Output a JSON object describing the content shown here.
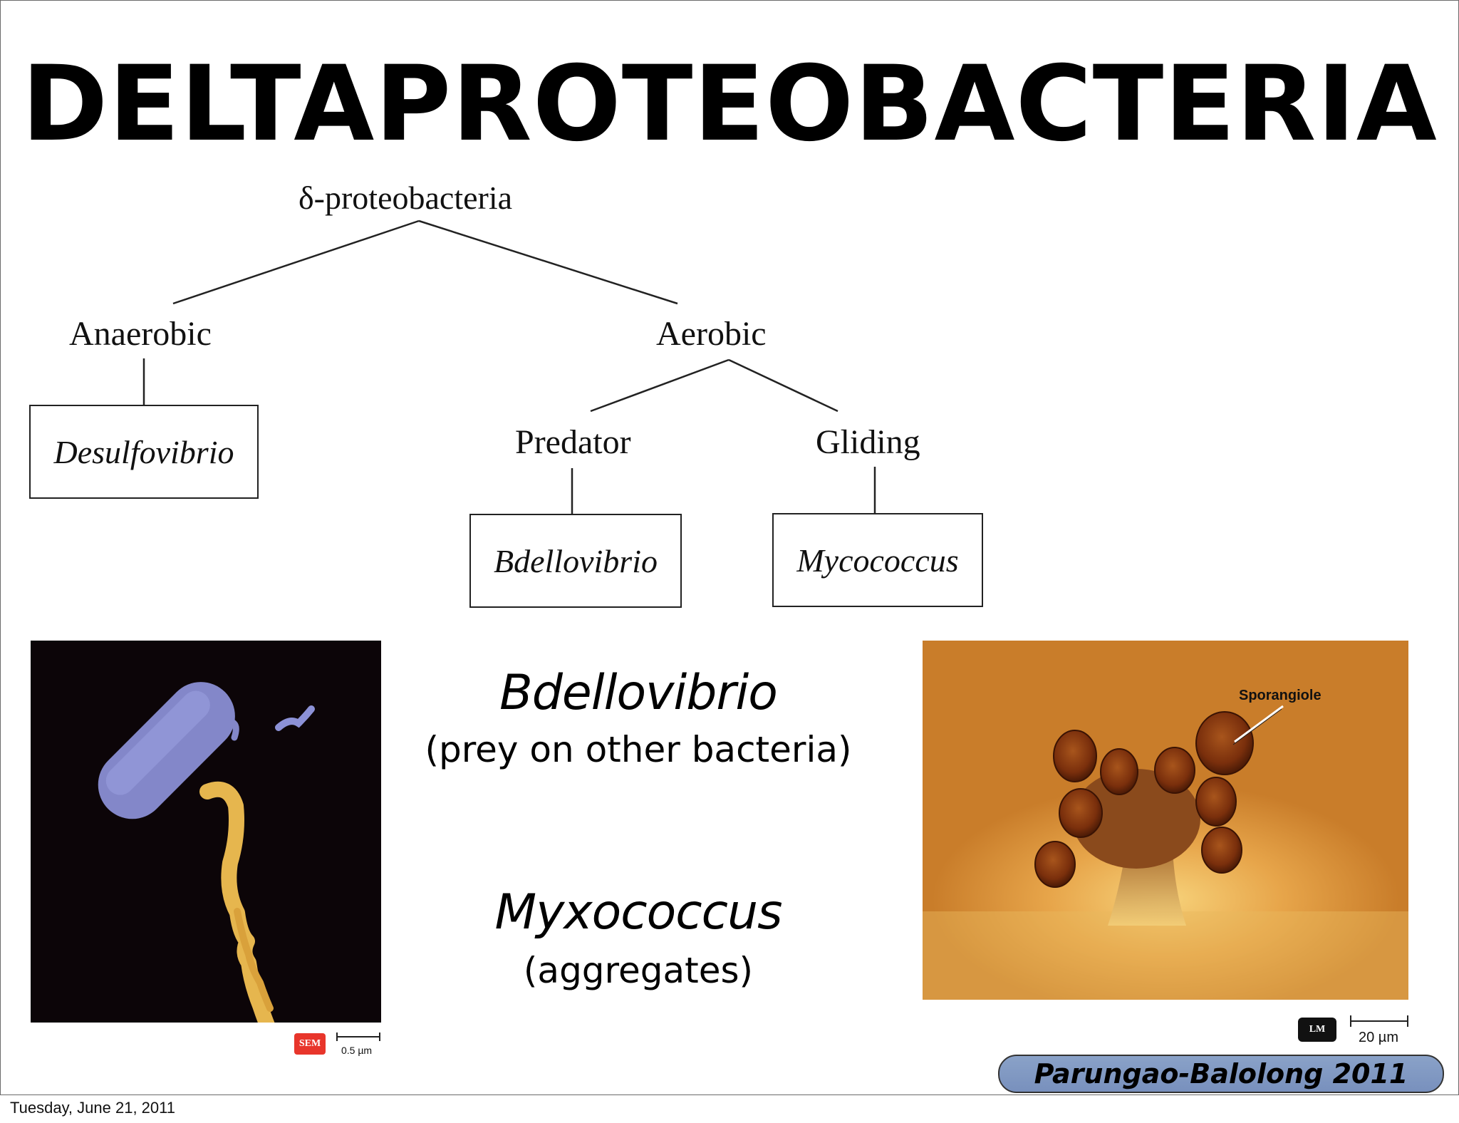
{
  "slide": {
    "title": "DELTAPROTEOBACTERIA",
    "tree": {
      "root": "δ-proteobacteria",
      "anaerobic": "Anaerobic",
      "aerobic": "Aerobic",
      "predator": "Predator",
      "gliding": "Gliding",
      "box_desulfo": "Desulfovibrio",
      "box_bdello": "Bdellovibrio",
      "box_myco": "Mycococcus"
    },
    "caption1": {
      "title": "Bdellovibrio",
      "sub": "(prey on other bacteria)"
    },
    "caption2": {
      "title": "Myxococcus",
      "sub": "(aggregates)"
    },
    "left_image": {
      "badge": "SEM",
      "scale": "0.5 µm"
    },
    "right_image": {
      "label": "Sporangiole",
      "badge": "LM",
      "scale": "20 µm"
    },
    "credit": "Parungao-Balolong 2011"
  },
  "footer": {
    "date": "Tuesday, June 21, 2011"
  },
  "colors": {
    "sem_badge": "#e8352b",
    "lm_badge": "#111111",
    "credit_bg": "#8099c4"
  }
}
